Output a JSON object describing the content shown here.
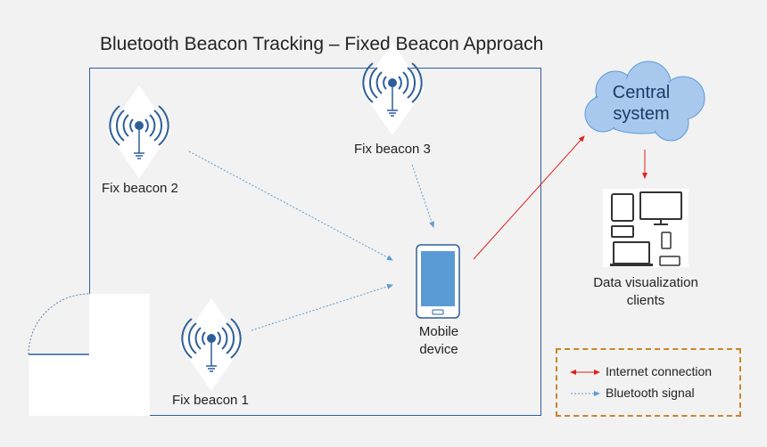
{
  "title": "Bluetooth Beacon Tracking – Fixed Beacon Approach",
  "beacons": {
    "beacon1": "Fix beacon 1",
    "beacon2": "Fix beacon 2",
    "beacon3": "Fix beacon 3"
  },
  "mobile": {
    "line1": "Mobile",
    "line2": "device"
  },
  "central": {
    "line1": "Central",
    "line2": "system"
  },
  "clients": {
    "line1": "Data visualization",
    "line2": "clients"
  },
  "legend": {
    "internet": "Internet connection",
    "bluetooth": "Bluetooth signal"
  },
  "colors": {
    "room_border": "#2e5f9a",
    "internet": "#e02020",
    "bluetooth": "#5b9bd5",
    "cloud": "#a9c8ee",
    "phone_screen": "#5b9bd5",
    "legend_border": "#c8862a"
  }
}
